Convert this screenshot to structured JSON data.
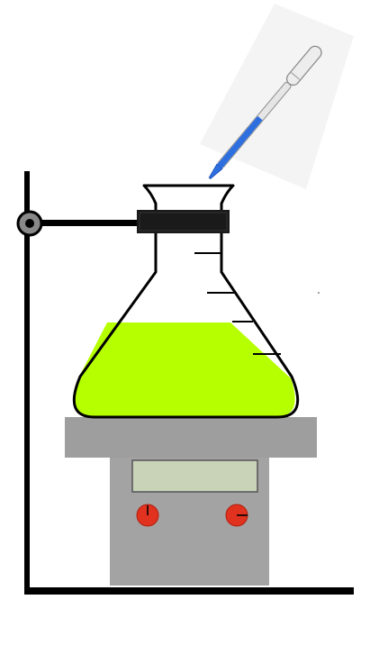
{
  "scene": {
    "items": [
      "ring-stand",
      "erlenmeyer-flask",
      "flask-clamp",
      "hot-plate-stirrer",
      "dropper-pipette"
    ],
    "liquid_fill_level": 0.55,
    "hot_plate": {
      "display_value": "",
      "knobs": [
        {
          "name": "heat-knob"
        },
        {
          "name": "stir-knob"
        }
      ]
    },
    "colors": {
      "liquid": "#b6ff00",
      "stand": "#000000",
      "hot_plate_top": "#9e9e9e",
      "hot_plate_body": "#a3a3a3",
      "display": "#c8d3b8",
      "knob": "#e0321e",
      "pipette_liquid": "#2e6fe0",
      "clamp": "#1a1a1a"
    }
  }
}
